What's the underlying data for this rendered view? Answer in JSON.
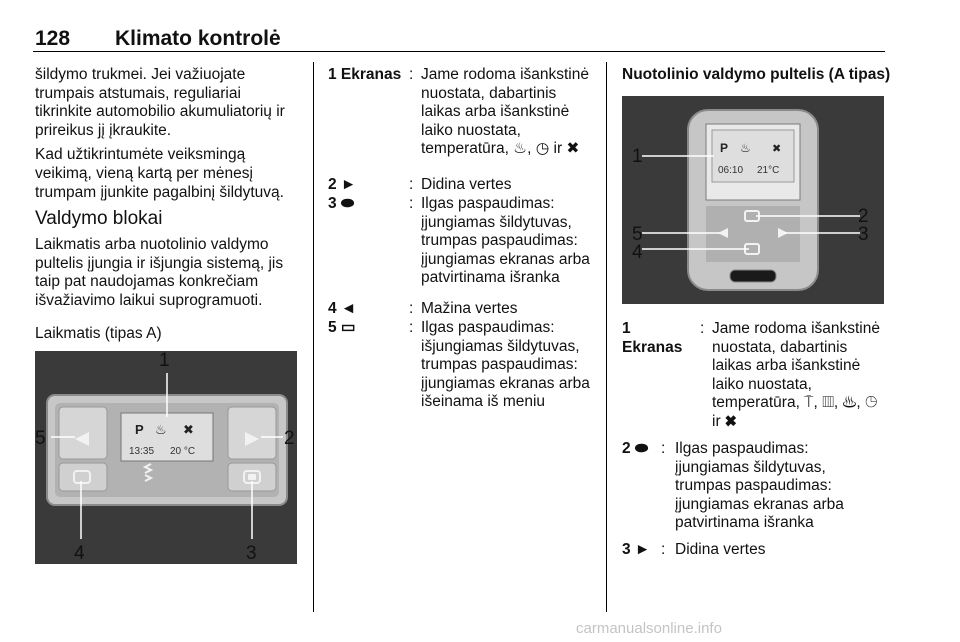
{
  "header": {
    "page_number": "128",
    "title": "Klimato kontrolė"
  },
  "col1": {
    "p1": "šildymo trukmei. Jei važiuojate trumpais atstumais, reguliariai tikrinkite automobilio akumuliatorių ir prireikus jį įkraukite.",
    "p2": "Kad užtikrintumėte veiksmingą veikimą, vieną kartą per mėnesį trumpam įjunkite pagalbinį šildytuvą.",
    "heading": "Valdymo blokai",
    "p3": "Laikmatis arba nuotolinio valdymo pultelis įjungia ir išjungia sistemą, jis taip pat naudojamas konkrečiam išvažiavimo laikui suprogramuoti.",
    "subheading": "Laikmatis (tipas A)"
  },
  "timer_figure": {
    "display_p": "P",
    "display_time": "13:35",
    "display_temp": "20 °C",
    "callouts": [
      "1",
      "2",
      "3",
      "4",
      "5"
    ]
  },
  "col2": {
    "items": [
      {
        "term": "1 Ekranas",
        "desc": "Jame rodoma išankstinė nuostata, dabartinis laikas arba išankstinė laiko nuostata, temperatūra, ♨, ◷ ir ✖"
      },
      {
        "term": "2 ►",
        "desc": "Didina vertes"
      },
      {
        "term": "3 ⬬",
        "desc": "Ilgas paspaudimas: įjungiamas šildytuvas, trumpas paspaudimas: įjungiamas ekranas arba patvirtinama išranka"
      },
      {
        "term": "4 ◄",
        "desc": "Mažina vertes"
      },
      {
        "term": "5 ▭",
        "desc": "Ilgas paspaudimas: išjungiamas šildytuvas, trumpas paspaudimas: įjungiamas ekranas arba išeinama iš meniu"
      }
    ]
  },
  "col3": {
    "heading": "Nuotolinio valdymo pultelis (A tipas)",
    "remote": {
      "display_p": "P",
      "display_time": "06:10",
      "display_temp": "21°C",
      "callouts": [
        "1",
        "2",
        "3",
        "4",
        "5"
      ]
    },
    "items": [
      {
        "term1": "1",
        "term2": "Ekranas",
        "desc": "Jame rodoma išankstinė nuostata, dabartinis laikas arba išankstinė laiko nuostata, temperatūra, ⍑, ▥, ♨, ◷ ir ✖"
      },
      {
        "term": "2 ⬬",
        "desc": "Ilgas paspaudimas: įjungiamas šildytuvas, trumpas paspaudimas: įjungiamas ekranas arba patvirtinama išranka"
      },
      {
        "term": "3 ►",
        "desc": "Didina vertes"
      }
    ]
  },
  "footer": {
    "watermark": "carmanualsonline.info"
  }
}
